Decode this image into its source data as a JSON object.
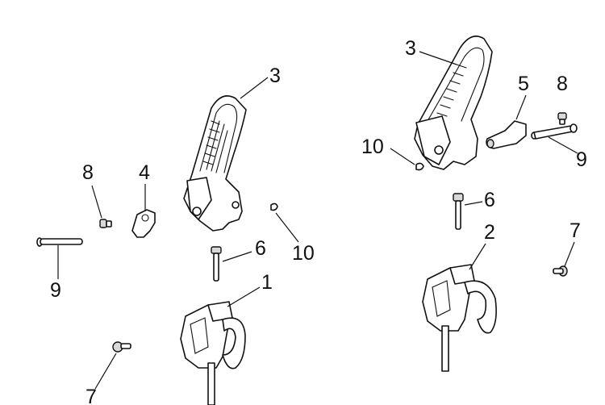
{
  "left_assembly": {
    "callouts": {
      "pedal": "3",
      "pivot_arm": "4",
      "nut": "8",
      "rod": "9",
      "pin": "6",
      "clip": "10",
      "bracket": "1",
      "bolt": "7"
    }
  },
  "right_assembly": {
    "callouts": {
      "pedal": "3",
      "pivot_arm": "5",
      "nut": "8",
      "rod": "9",
      "clip": "10",
      "pin": "6",
      "bracket": "2",
      "bolt": "7"
    }
  }
}
